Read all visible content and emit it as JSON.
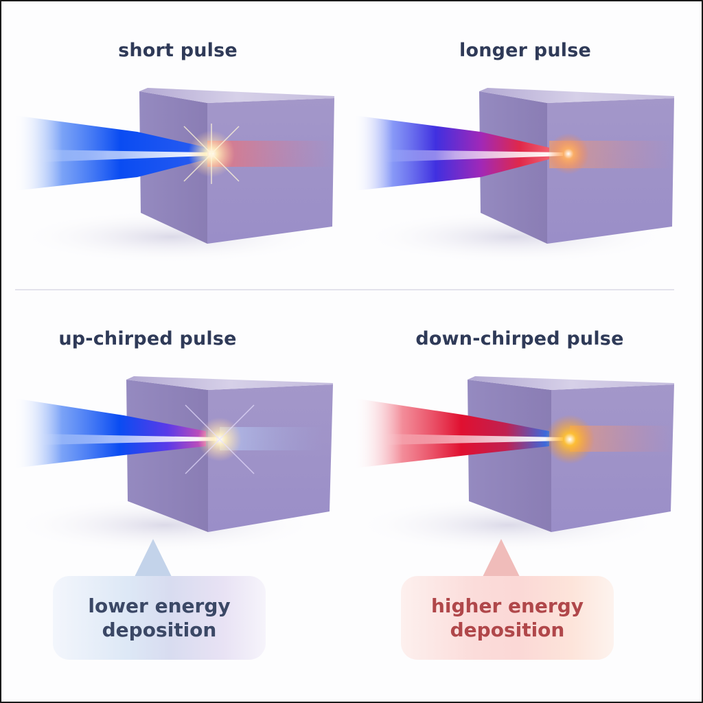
{
  "panels": [
    {
      "id": "short",
      "title": "short pulse",
      "beam_colors": [
        "#1f5cf0",
        "#0a4cf2"
      ],
      "beam_style": "blue",
      "focus_glow": "#fff3c8"
    },
    {
      "id": "longer",
      "title": "longer pulse",
      "beam_colors": [
        "#3a4af0",
        "#8a2ad0",
        "#e0284a"
      ],
      "beam_style": "blue-to-red",
      "focus_glow": "#ffb070"
    },
    {
      "id": "up-chirped",
      "title": "up-chirped pulse",
      "beam_colors": [
        "#0a4cf2",
        "#6a30e0",
        "#d040a0"
      ],
      "beam_style": "blue-with-red-tip",
      "focus_glow": "#ffe8d0"
    },
    {
      "id": "down-chirped",
      "title": "down-chirped pulse",
      "beam_colors": [
        "#e0283c",
        "#d01838",
        "#2060e0"
      ],
      "beam_style": "red-with-blue-tip",
      "focus_glow": "#ffc040"
    }
  ],
  "callouts": {
    "low": {
      "line1": "lower energy",
      "line2": "deposition",
      "color": "#3b4866"
    },
    "high": {
      "line1": "higher energy",
      "line2": "deposition",
      "color": "#b0474a"
    }
  },
  "colors": {
    "title_text": "#2f3a58",
    "cube_front": "#9b8cc4",
    "cube_side": "#8d80b8",
    "cube_top": "#c8c0de",
    "divider": "#e3e2ec"
  }
}
